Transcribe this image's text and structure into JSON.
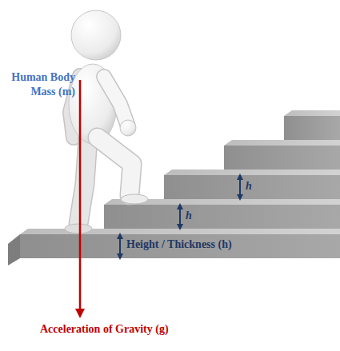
{
  "diagram": {
    "labels": [
      "Human Body Mass (m)",
      "h",
      "h",
      "Height / Thickness (h)",
      "Acceleration of Gravity (g)"
    ]
  }
}
